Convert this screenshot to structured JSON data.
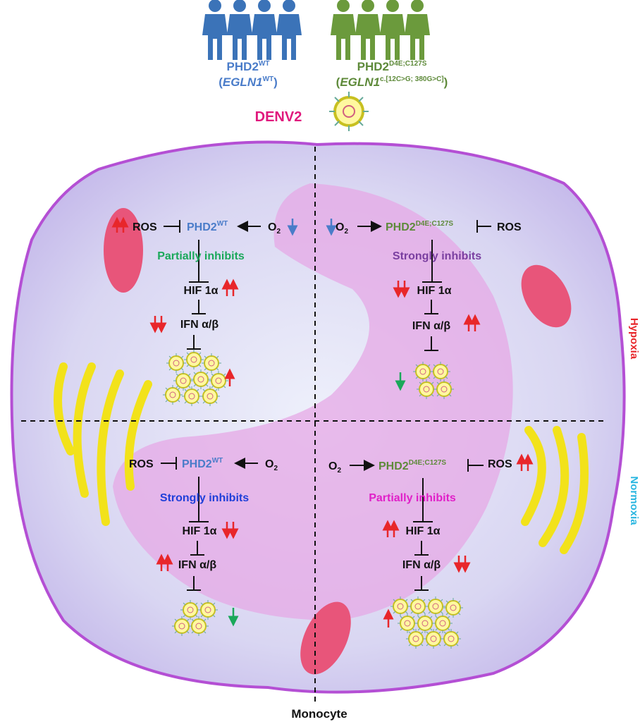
{
  "header": {
    "wt": {
      "label": "PHD2",
      "sup": "WT",
      "gene": "EGLN1",
      "gene_sup": "WT"
    },
    "mut": {
      "label": "PHD2",
      "sup": "D4E;C127S",
      "gene": "EGLN1",
      "gene_sup": "c.[12C>G; 380G>C]"
    },
    "virus": "DENV2"
  },
  "conditions": {
    "hypoxia": "Hypoxia",
    "normoxia": "Normoxia"
  },
  "cell_label": "Monocyte",
  "common": {
    "ros": "ROS",
    "o2": "O",
    "o2_sub": "2",
    "hif": "HIF 1α",
    "ifn": "IFN α/β",
    "phd2": "PHD2",
    "wt_sup": "WT",
    "mut_sup": "D4E;C127S",
    "paren_open": "(",
    "paren_close": ")"
  },
  "quadrants": {
    "hypoxia_wt": {
      "inhibition": "Partially inhibits"
    },
    "hypoxia_mut": {
      "inhibition": "Strongly inhibits"
    },
    "normoxia_wt": {
      "inhibition": "Strongly inhibits"
    },
    "normoxia_mut": {
      "inhibition": "Partially inhibits"
    }
  },
  "colors": {
    "wt_blue": "#4a7cc9",
    "mut_green": "#5e8a3a",
    "denv": "#e0197d",
    "hypoxia": "#e8262a",
    "normoxia": "#29b6e0",
    "cell_border": "#b44fd4"
  }
}
